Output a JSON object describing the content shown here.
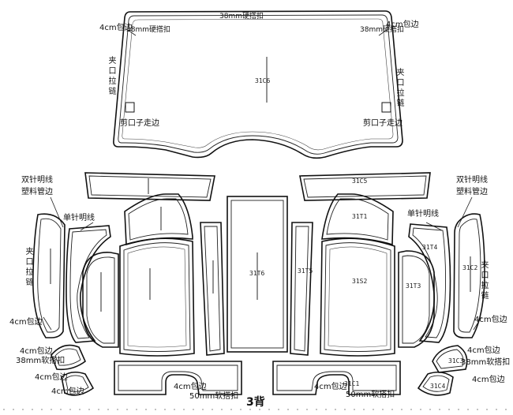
{
  "pieces": {
    "top_panel": "31C6",
    "center_strip": "31T6",
    "left_small_strip": "31T5",
    "right_upper_band": "31C5",
    "right_upper_cap": "31T1",
    "right_seat": "31S2",
    "right_mid_panel": "31T3",
    "right_curved_panel": "31T4",
    "right_side_strip": "31C2",
    "right_bottom_panel": "31C1",
    "right_small_a": "31C3",
    "right_small_b": "31C4"
  },
  "labels": {
    "top_center_buckle": "38mm硬搭扣",
    "top_left_buckle": "38mm硬搭扣",
    "top_right_buckle": "38mm硬搭扣",
    "top_left_edge": "4cm包边",
    "top_right_edge": "4cm包边",
    "top_left_zipper": "夹口拉链",
    "top_right_zipper": "夹口拉链",
    "top_left_cut": "剪口子走边",
    "top_right_cut": "剪口子走边",
    "left_double_stitch": "双针明线",
    "left_plastic_pipe": "塑料管边",
    "right_double_stitch": "双针明线",
    "right_plastic_pipe": "塑料管边",
    "left_single_stitch": "单针明线",
    "right_single_stitch": "单针明线",
    "left_zipper": "夹口拉链",
    "right_zipper": "夹口拉链",
    "left_edge_mid": "4cm包边",
    "right_edge_mid": "4cm包边",
    "left_edge_low": "4cm包边",
    "left_soft_buckle": "38mm软搭扣",
    "left_edge_small_a": "4cm包边",
    "left_edge_small_b": "4cm包边",
    "right_edge_low": "4cm包边",
    "right_soft_buckle": "38mm软搭扣",
    "right_edge_small": "4cm包边",
    "bottom_left_edge": "4cm包边",
    "bottom_left_buckle": "50mm软搭扣",
    "bottom_right_edge": "4cm包边",
    "bottom_right_buckle": "50mm软搭扣"
  },
  "title": "3背"
}
